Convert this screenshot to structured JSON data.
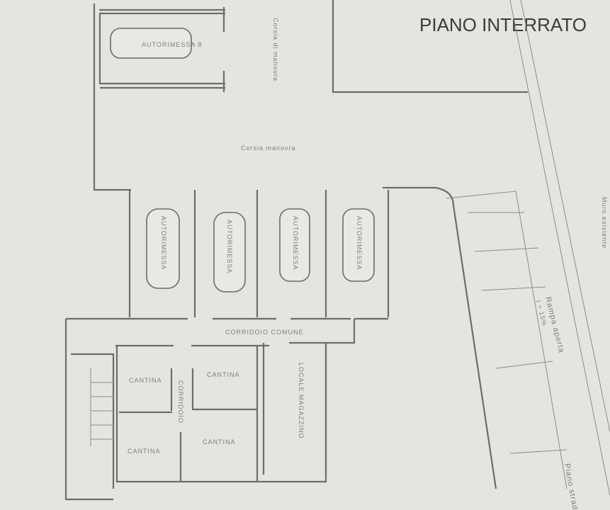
{
  "title": "PIANO INTERRATO",
  "labels": {
    "top_garage": "AUTORIMESSA 8",
    "aisle_vertical": "Corsia di manovra",
    "aisle": "Corsia manovra",
    "garage": "AUTORIMESSA",
    "common_corridor": "CORRIDOIO COMUNE",
    "cellar": "CANTINA",
    "corridor": "CORRIDOIO",
    "storage": "LOCALE MAGAZZINO",
    "existing_wall": "Muro esistente",
    "ramp": "Rampa aperta",
    "ramp_slope": "i = 15%",
    "street_level": "Piano strada"
  }
}
